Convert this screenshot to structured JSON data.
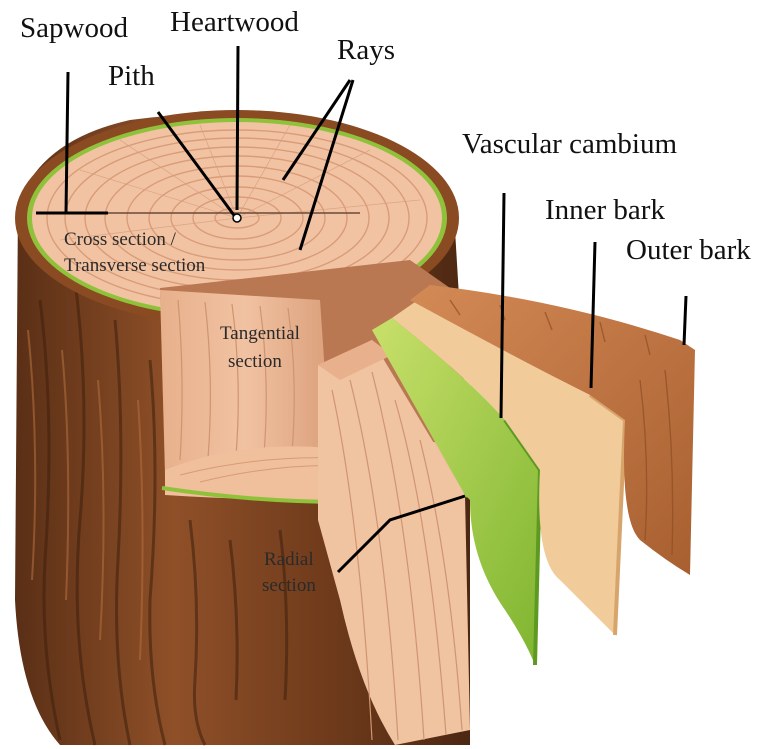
{
  "labels": {
    "sapwood": "Sapwood",
    "heartwood": "Heartwood",
    "rays": "Rays",
    "pith": "Pith",
    "vascular_cambium": "Vascular cambium",
    "inner_bark": "Inner bark",
    "outer_bark": "Outer bark",
    "cross_section_line1": "Cross section /",
    "cross_section_line2": "Transverse section",
    "tangential_line1": "Tangential",
    "tangential_line2": "section",
    "radial_line1": "Radial",
    "radial_line2": "section"
  },
  "colors": {
    "bark_dark": "#6b3a1c",
    "bark_mid": "#9a5a2c",
    "wood_light": "#f2c3a3",
    "wood_mid": "#e6ab86",
    "cambium_green": "#8fc23a",
    "inner_bark": "#f0c896",
    "outer_bark": "#c47a45",
    "leader_line": "#000000"
  }
}
